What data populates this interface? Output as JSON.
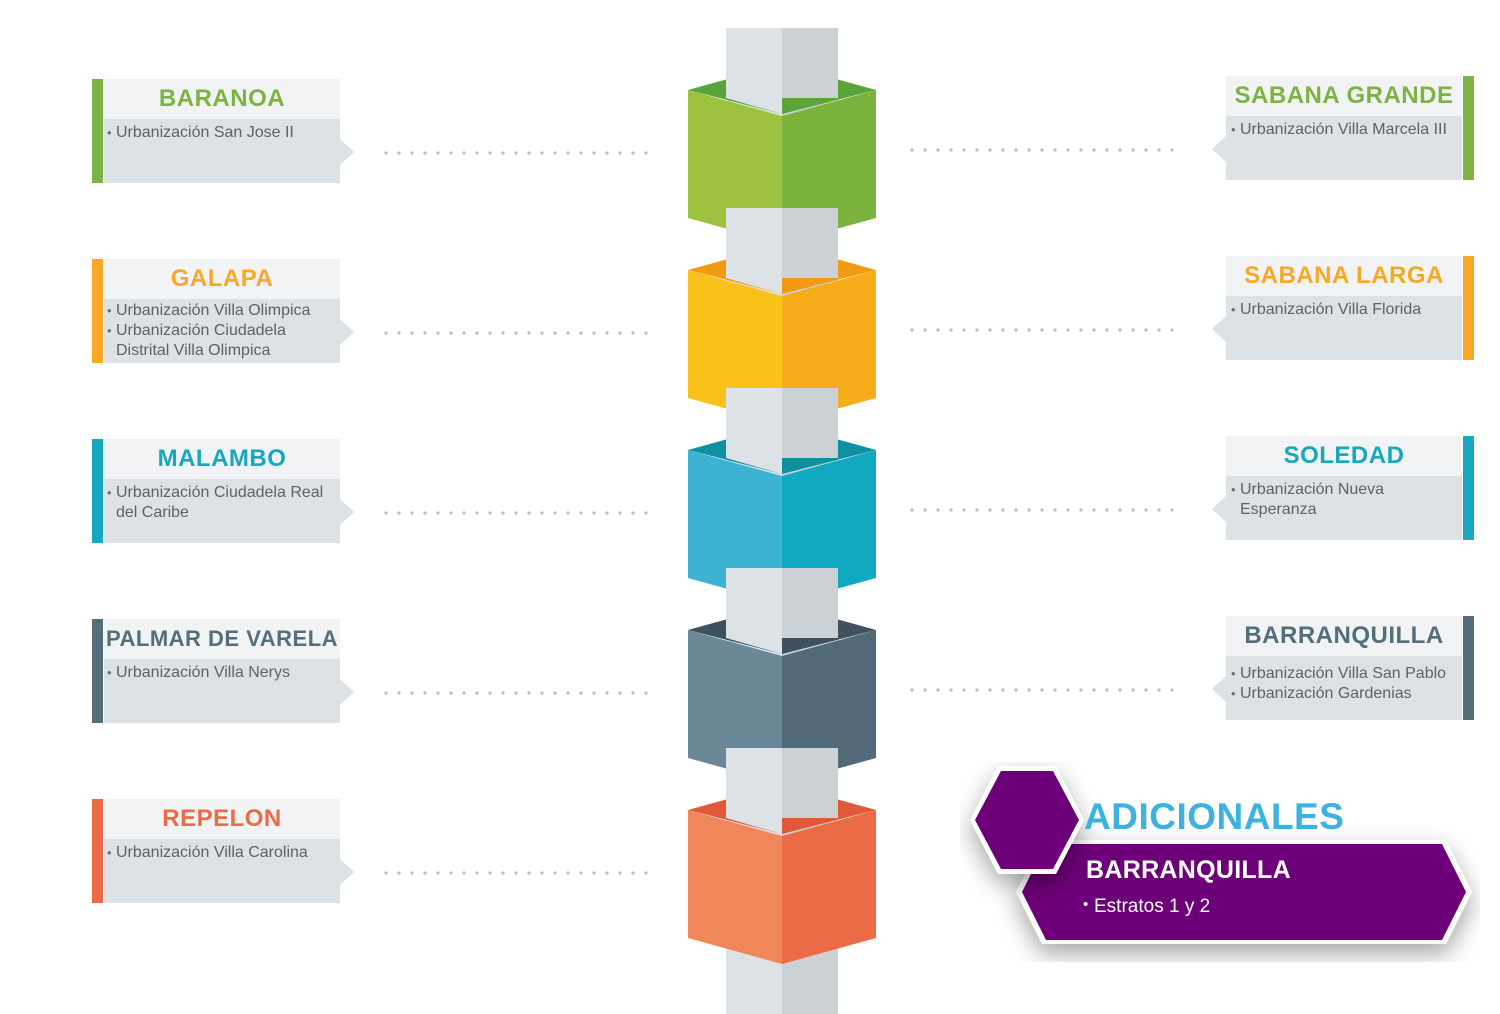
{
  "groups": [
    {
      "title": "BARANOA",
      "side": "left",
      "color": "#7cb342",
      "items": [
        "Urbanización San Jose II"
      ]
    },
    {
      "title": "GALAPA",
      "side": "left",
      "color": "#f9a825",
      "items": [
        "Urbanización  Villa Olimpica",
        "Urbanización Ciudadela",
        "Distrital Villa Olimpica"
      ]
    },
    {
      "title": "MALAMBO",
      "side": "left",
      "color": "#16a8bf",
      "items": [
        "Urbanización Ciudadela Real",
        "del Caribe"
      ]
    },
    {
      "title": "PALMAR DE VARELA",
      "side": "left",
      "color": "#546e7a",
      "items": [
        "Urbanización Villa Nerys"
      ]
    },
    {
      "title": "REPELON",
      "side": "left",
      "color": "#ec6b47",
      "items": [
        "Urbanización Villa Carolina"
      ]
    },
    {
      "title": "SABANA GRANDE",
      "side": "right",
      "color": "#7cb342",
      "items": [
        "Urbanización Villa Marcela III"
      ]
    },
    {
      "title": "SABANA LARGA",
      "side": "right",
      "color": "#f9a825",
      "items": [
        "Urbanización Villa Florida"
      ]
    },
    {
      "title": "SOLEDAD",
      "side": "right",
      "color": "#16a8bf",
      "items": [
        "Urbanización Nueva",
        "Esperanza"
      ]
    },
    {
      "title": "BARRANQUILLA",
      "side": "right",
      "color": "#546e7a",
      "items": [
        "Urbanización Villa San Pablo",
        "Urbanización Gardenias"
      ]
    }
  ],
  "cube_colors": [
    {
      "front": "#9cc23f",
      "side": "#7bb33e",
      "top": "#5aa53a"
    },
    {
      "front": "#fbc11b",
      "side": "#f7ac19",
      "top": "#f29a12"
    },
    {
      "front": "#3cb3d2",
      "side": "#11a9c1",
      "top": "#0e8fa4"
    },
    {
      "front": "#6b8898",
      "side": "#526a78",
      "top": "#3e525e"
    },
    {
      "front": "#f0875b",
      "side": "#ec6b47",
      "top": "#e05a39"
    }
  ],
  "additional": {
    "title": "ADICIONALES",
    "subtitle": "BARRANQUILLA",
    "items": [
      "Estratos 1 y 2"
    ],
    "color": "#6d0078",
    "title_color": "#3cb3de"
  }
}
